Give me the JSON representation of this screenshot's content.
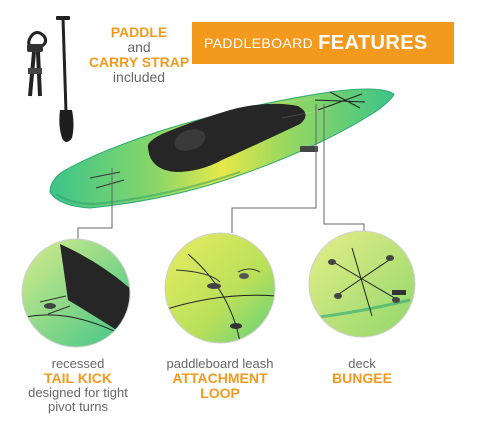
{
  "banner": {
    "prefix": "PADDLEBOARD",
    "title": "FEATURES"
  },
  "included": {
    "line1": "PADDLE",
    "line2": "and",
    "line3": "CARRY STRAP",
    "line4": "included"
  },
  "features": [
    {
      "pre": "recessed",
      "title": "TAIL KICK",
      "post1": "designed for tight",
      "post2": "pivot turns"
    },
    {
      "pre": "paddleboard leash",
      "title1": "ATTACHMENT",
      "title2": "LOOP"
    },
    {
      "pre": "deck",
      "title": "BUNGEE"
    }
  ],
  "colors": {
    "accent": "#f39a1e",
    "board_green": "#3cc48a",
    "board_yellow": "#e6e84a",
    "deck_pad": "#262626"
  }
}
